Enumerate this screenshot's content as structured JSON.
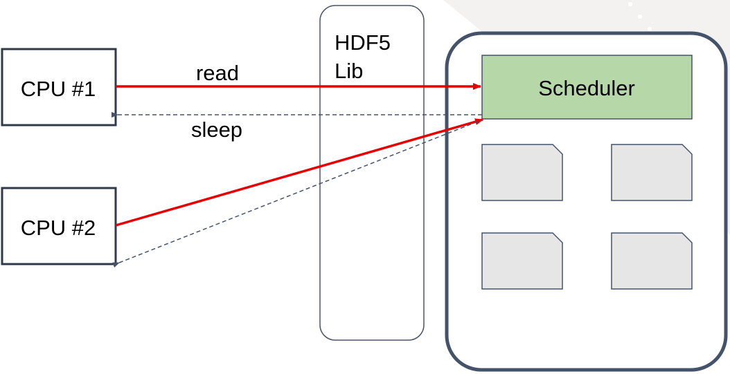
{
  "diagram": {
    "cpu1_label": "CPU #1",
    "cpu2_label": "CPU #2",
    "lib_label_line1": "HDF5",
    "lib_label_line2": "Lib",
    "scheduler_label": "Scheduler",
    "read_label": "read",
    "sleep_label": "sleep"
  },
  "colors": {
    "box_stroke": "#2f3a4a",
    "lib_stroke": "#4a5566",
    "container_stroke": "#44526a",
    "scheduler_fill": "#b6d7a8",
    "tile_fill": "#e6e6e6",
    "read_arrow": "#e60000",
    "sleep_arrow": "#44526a",
    "background_shape": "#f3f2f1"
  },
  "icons": {
    "storage_tiles": "document-tile-icon"
  }
}
